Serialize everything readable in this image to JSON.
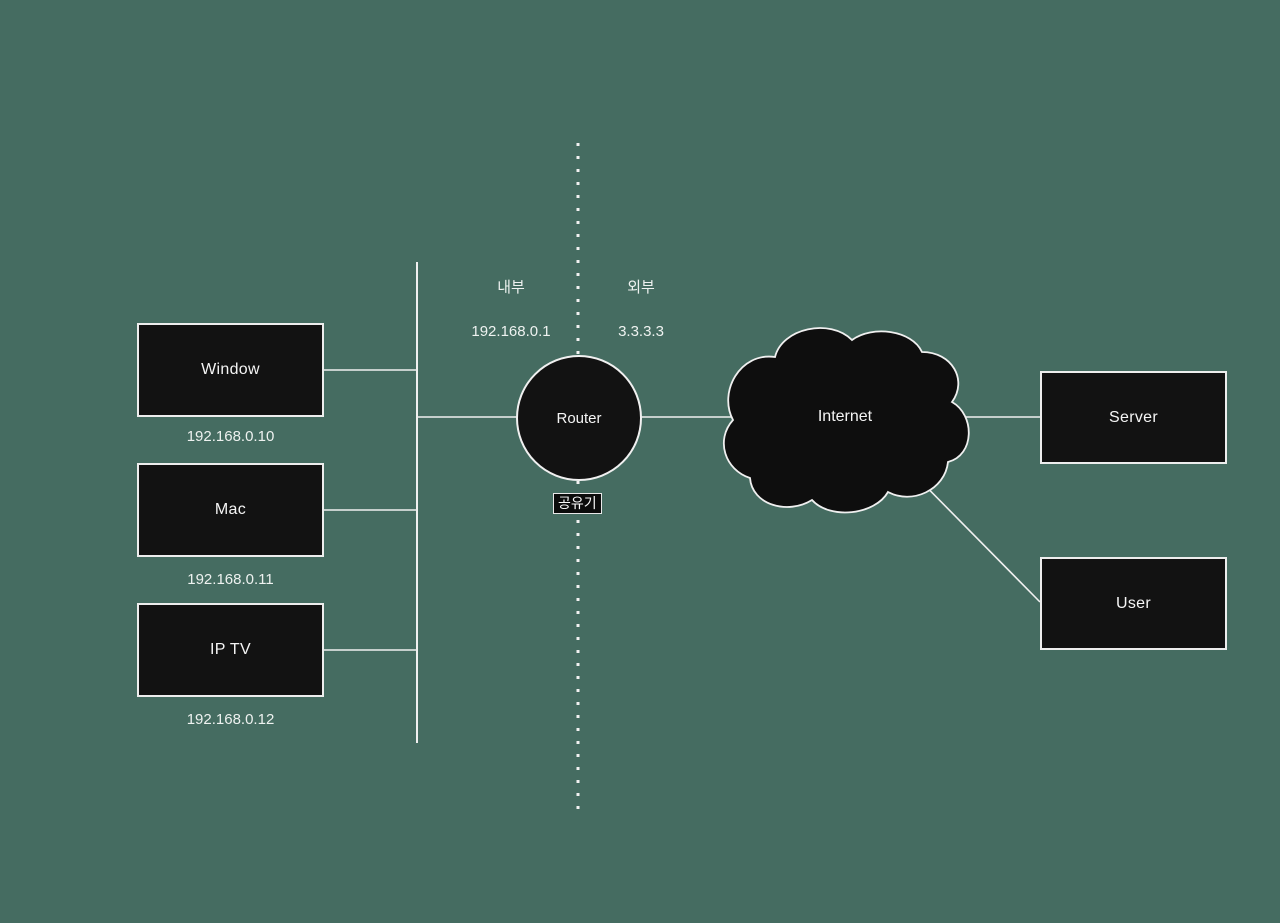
{
  "diagram": {
    "colors": {
      "background": "#456c61",
      "node_fill": "#121212",
      "stroke": "#ededed"
    },
    "lan_nodes": [
      {
        "label": "Window",
        "ip": "192.168.0.10"
      },
      {
        "label": "Mac",
        "ip": "192.168.0.11"
      },
      {
        "label": "IP TV",
        "ip": "192.168.0.12"
      }
    ],
    "router": {
      "label": "Router",
      "badge": "공유기",
      "internal": {
        "label": "내부",
        "ip": "192.168.0.1"
      },
      "external": {
        "label": "외부",
        "ip": "3.3.3.3"
      }
    },
    "internet": {
      "label": "Internet"
    },
    "wan_nodes": [
      {
        "label": "Server"
      },
      {
        "label": "User"
      }
    ]
  }
}
